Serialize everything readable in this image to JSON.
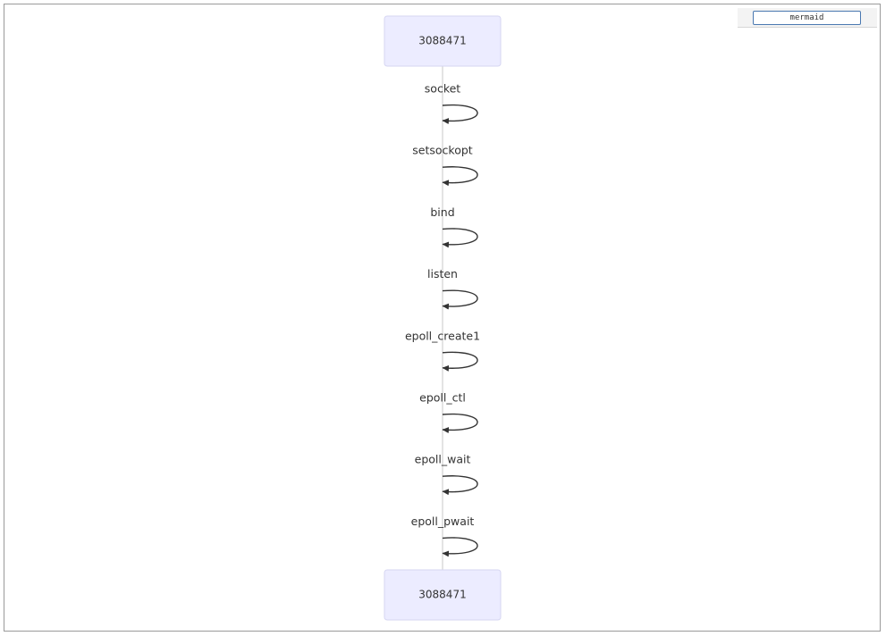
{
  "toolbar": {
    "mode_value": "mermaid"
  },
  "diagram": {
    "participant": "3088471",
    "messages": [
      "socket",
      "setsockopt",
      "bind",
      "listen",
      "epoll_create1",
      "epoll_ctl",
      "epoll_wait",
      "epoll_pwait"
    ]
  }
}
